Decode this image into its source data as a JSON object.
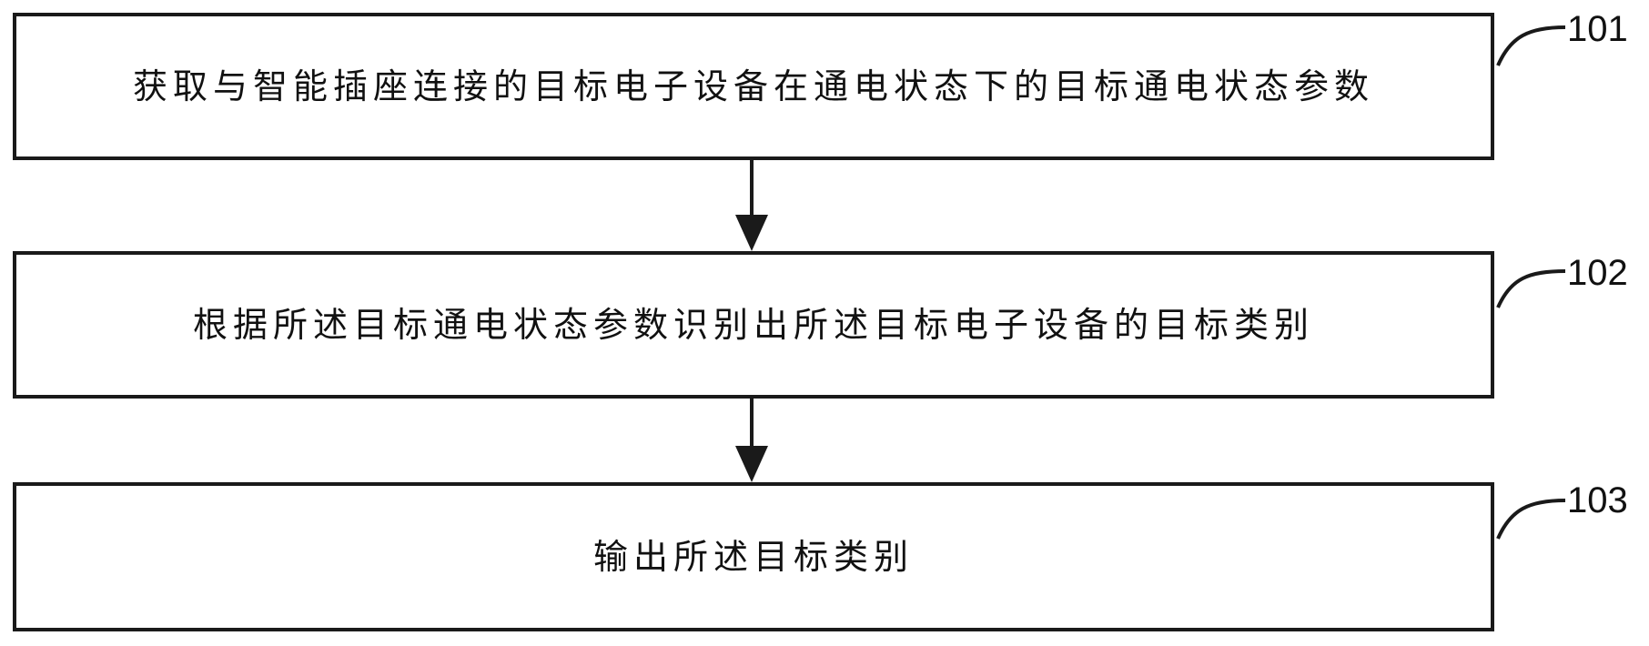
{
  "steps": [
    {
      "id": "101",
      "text": "获取与智能插座连接的目标电子设备在通电状态下的目标通电状态参数"
    },
    {
      "id": "102",
      "text": "根据所述目标通电状态参数识别出所述目标电子设备的目标类别"
    },
    {
      "id": "103",
      "text": "输出所述目标类别"
    }
  ]
}
